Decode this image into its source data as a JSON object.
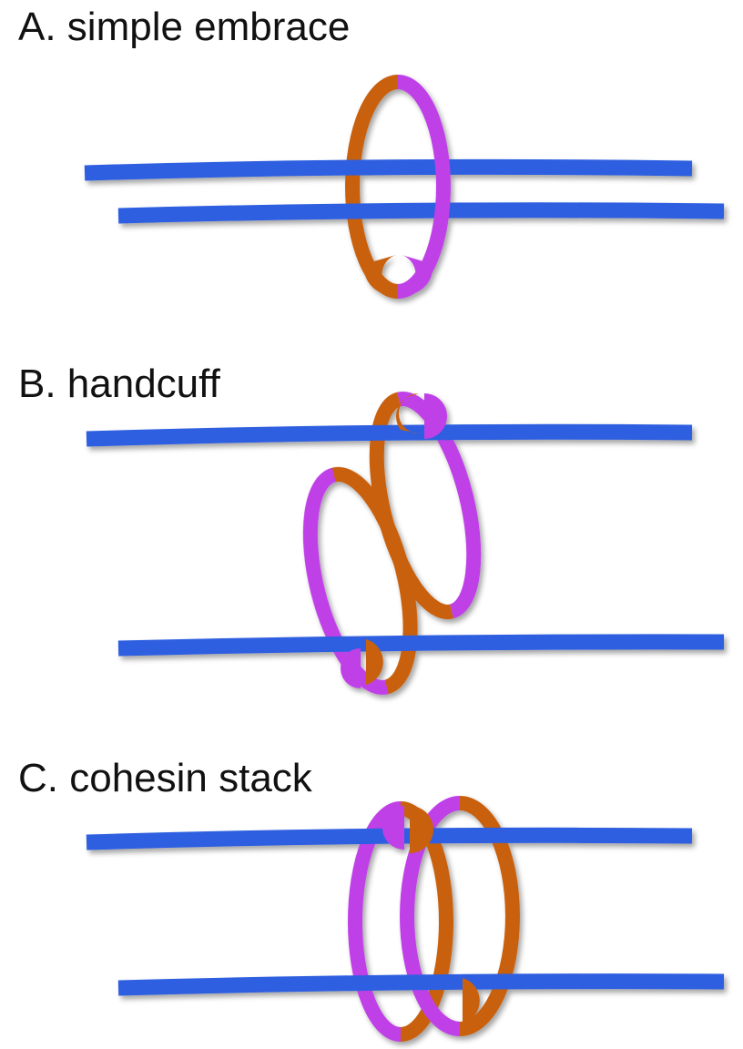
{
  "panels": [
    {
      "label": "A. simple embrace"
    },
    {
      "label": "B. handcuff"
    },
    {
      "label": "C. cohesin stack"
    }
  ],
  "colors": {
    "dna": "#2f5fe0",
    "subunit_a": "#c8600f",
    "subunit_b": "#c040e8"
  }
}
